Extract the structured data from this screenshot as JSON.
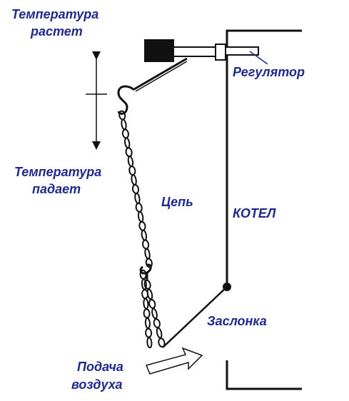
{
  "colors": {
    "label": "#1f2a8c",
    "stroke": "#111111",
    "background": "#ffffff"
  },
  "labels": {
    "temp_rises_line1": "Температура",
    "temp_rises_line2": "растет",
    "temp_falls_line1": "Температура",
    "temp_falls_line2": "падает",
    "regulator": "Регулятор",
    "chain": "Цепь",
    "boiler": "КОТЕЛ",
    "damper": "Заслонка",
    "air_supply_line1": "Подача",
    "air_supply_line2": "воздуха"
  },
  "icons": {
    "regulator_weight": "weight-block-icon",
    "double_arrow": "up-down-arrow-icon",
    "air_arrow": "hollow-right-arrow-icon"
  }
}
